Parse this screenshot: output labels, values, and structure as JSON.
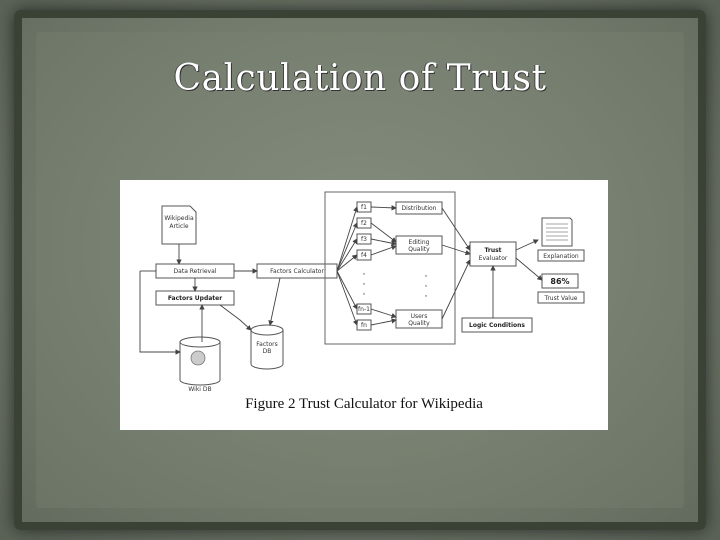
{
  "slide": {
    "title": "Calculation of Trust"
  },
  "figure": {
    "caption": "Figure 2 Trust Calculator for Wikipedia",
    "nodes": {
      "wikipedia_article": [
        "Wikipedia",
        "Article"
      ],
      "data_retrieval": "Data Retrieval",
      "factors_updater": "Factors Updater",
      "factors_calculator": "Factors Calculator",
      "factors_db": [
        "Factors",
        "DB"
      ],
      "wiki_db": "Wiki DB",
      "distribution": "Distribution",
      "editing_quality": [
        "Editing",
        "Quality"
      ],
      "users_quality": [
        "Users",
        "Quality"
      ],
      "trust_evaluator": [
        "Trust",
        "Evaluator"
      ],
      "logic_conditions": "Logic Conditions",
      "explanation": "Explanation",
      "trust_value_pct": "86%",
      "trust_value": "Trust Value"
    },
    "factor_labels": [
      "f1",
      "f2",
      "f3",
      "f4",
      "fn-1",
      "fn"
    ]
  }
}
